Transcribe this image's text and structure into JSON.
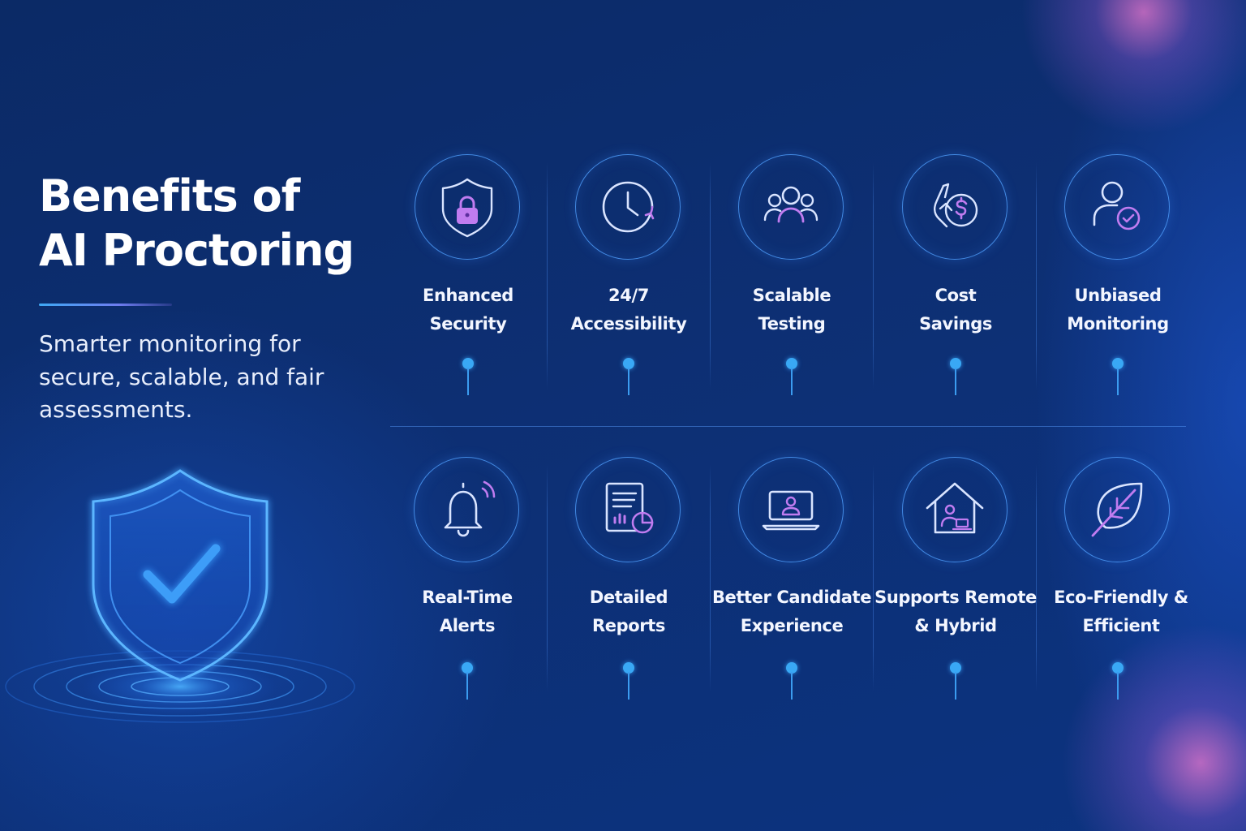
{
  "header": {
    "title_line1": "Benefits of",
    "title_line2": "AI Proctoring",
    "subtitle": "Smarter monitoring for secure, scalable, and fair assessments."
  },
  "colors": {
    "background": "#0c2d6b",
    "accent_blue": "#3fa9f5",
    "icon_purple": "#c07cf0",
    "icon_light": "#d9e4ff"
  },
  "benefits_top": [
    {
      "line1": "Enhanced",
      "line2": "Security",
      "icon": "shield-lock-icon"
    },
    {
      "line1": "24/7",
      "line2": "Accessibility",
      "icon": "clock-icon"
    },
    {
      "line1": "Scalable",
      "line2": "Testing",
      "icon": "users-group-icon"
    },
    {
      "line1": "Cost",
      "line2": "Savings",
      "icon": "dollar-hand-icon"
    },
    {
      "line1": "Unbiased",
      "line2": "Monitoring",
      "icon": "user-check-icon"
    }
  ],
  "benefits_bottom": [
    {
      "line1": "Real-Time",
      "line2": "Alerts",
      "icon": "bell-icon"
    },
    {
      "line1": "Detailed",
      "line2": "Reports",
      "icon": "report-chart-icon"
    },
    {
      "line1": "Better Candidate",
      "line2": "Experience",
      "icon": "laptop-user-icon"
    },
    {
      "line1": "Supports Remote",
      "line2": "& Hybrid",
      "icon": "home-laptop-icon"
    },
    {
      "line1": "Eco-Friendly &",
      "line2": "Efficient",
      "icon": "leaf-icon"
    }
  ]
}
